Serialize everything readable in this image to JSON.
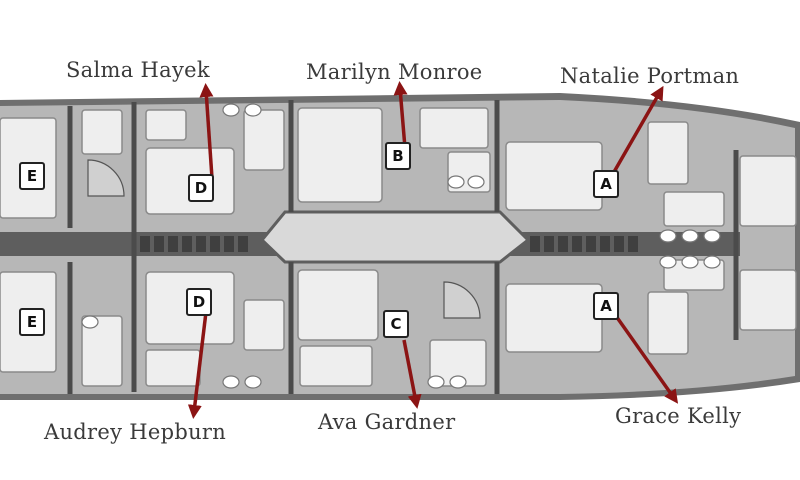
{
  "cabins": {
    "salma": {
      "name": "Salma Hayek",
      "letter": "D"
    },
    "marilyn": {
      "name": "Marilyn Monroe",
      "letter": "B"
    },
    "natalie": {
      "name": "Natalie Portman",
      "letter": "A"
    },
    "audrey": {
      "name": "Audrey Hepburn",
      "letter": "D"
    },
    "ava": {
      "name": "Ava Gardner",
      "letter": "C"
    },
    "grace": {
      "name": "Grace Kelly",
      "letter": "A"
    },
    "fore_upper": {
      "letter": "E"
    },
    "fore_lower": {
      "letter": "E"
    }
  },
  "colors": {
    "hull": "#6f6f6f",
    "deck": "#b9b9b9",
    "furniture": "#eeeeee",
    "arrow": "#8b1414"
  }
}
